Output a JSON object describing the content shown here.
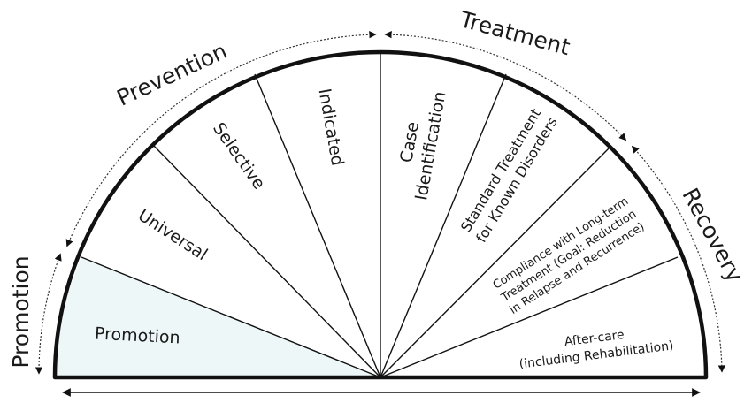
{
  "diagram": {
    "outer_labels": {
      "promotion": "Promotion",
      "prevention": "Prevention",
      "treatment": "Treatment",
      "recovery": "Recovery"
    },
    "segments": {
      "promotion": "Promotion",
      "universal": "Universal",
      "selective": "Selective",
      "indicated": "Indicated",
      "case_identification": [
        "Case",
        "Identification"
      ],
      "standard_treatment": [
        "Standard Treatment",
        "for Known Disorders"
      ],
      "compliance": [
        "Compliance with Long-term",
        "Treatment (Goal: Reduction",
        "in Relapse and Recurrence)"
      ],
      "after_care": [
        "After-care",
        "(including Rehabilitation)"
      ]
    },
    "colors": {
      "promotion_fill": "#eef7f8",
      "stroke": "#111111",
      "arc_guide": "#333333"
    }
  }
}
